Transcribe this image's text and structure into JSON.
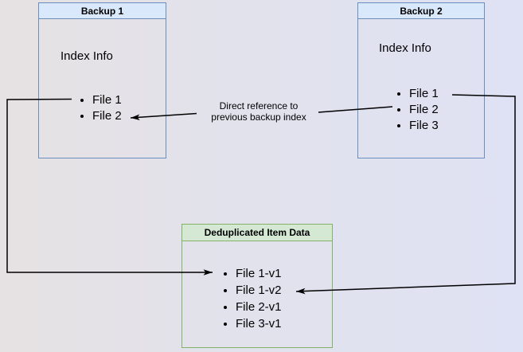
{
  "colors": {
    "background-left": "#e6e2e3",
    "background-mid": "#e2e2ec",
    "background-right": "#dfe2f4",
    "blue-fill": "#dae8fc",
    "blue-stroke": "#6c8ebf",
    "green-fill": "#d5e8d4",
    "green-stroke": "#82b366",
    "connector": "#000000",
    "text": "#000000"
  },
  "backup1": {
    "title": "Backup 1",
    "subtitle": "Index Info",
    "files": [
      "File 1",
      "File 2"
    ]
  },
  "backup2": {
    "title": "Backup 2",
    "subtitle": "Index Info",
    "files": [
      "File 1",
      "File 2",
      "File 3"
    ]
  },
  "dedup": {
    "title": "Deduplicated Item Data",
    "files": [
      "File 1-v1",
      "File 1-v2",
      "File 2-v1",
      "File 3-v1"
    ]
  },
  "annotation": {
    "line1": "Direct reference to",
    "line2": "previous backup index"
  }
}
